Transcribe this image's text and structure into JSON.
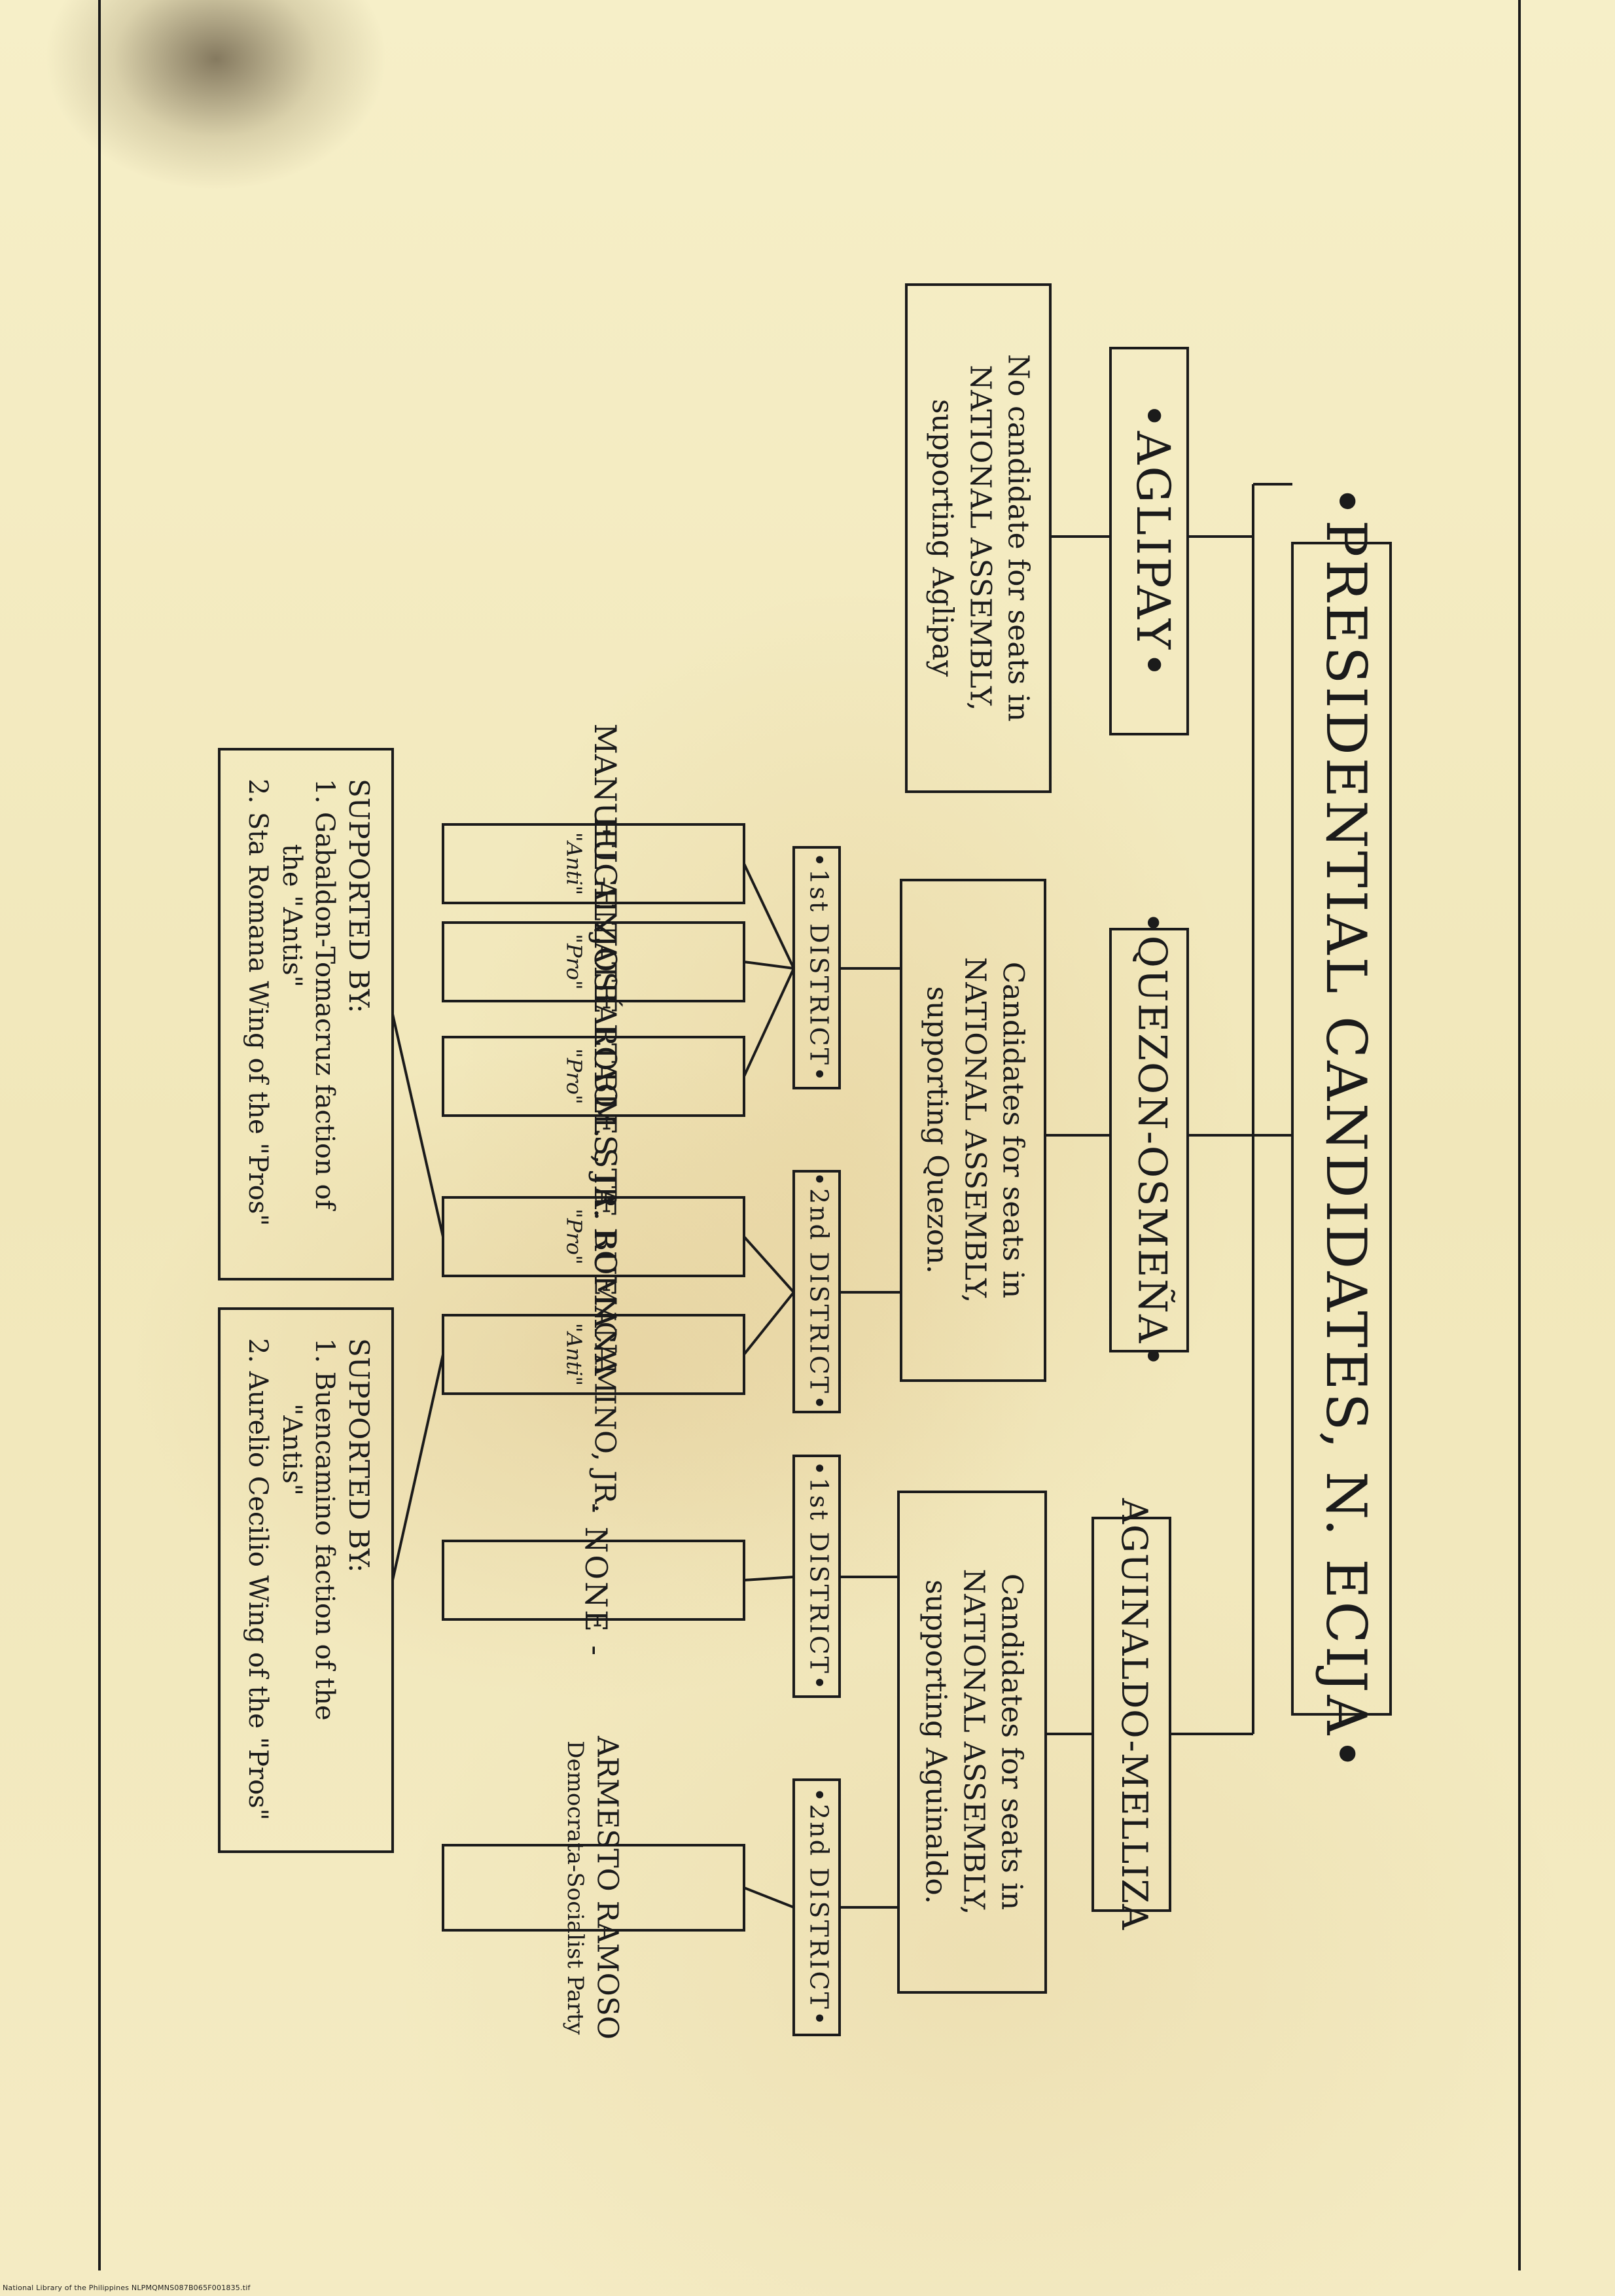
{
  "title": "•PRESIDENTIAL CANDIDATES, N. ECIJA•",
  "candidates": {
    "aglipay": {
      "label": "•AGLIPAY•",
      "note": [
        "No candidate for seats in",
        "NATIONAL ASSEMBLY,",
        "supporting Aglipay"
      ]
    },
    "quezon": {
      "label": "•QUEZON-OSMEÑA•",
      "note": [
        "Candidates for seats in",
        "NATIONAL ASSEMBLY,",
        "supporting Quezon."
      ],
      "district1": "•1st DISTRICT•",
      "district2": "•2nd DISTRICT•",
      "d1_candidates": [
        {
          "name": "MANUEL ALZATE",
          "tag": "\"Anti\""
        },
        {
          "name": "EUGENIO BALTAO",
          "tag": "\"Pro\""
        },
        {
          "name": "JOSÉ ROBLES, JR.",
          "tag": "\"Pro\""
        }
      ],
      "d2_candidates": [
        {
          "name": "M. STA. ROMANA",
          "tag": "\"Pro\""
        },
        {
          "name": "F. BUENCAMINO, JR.",
          "tag": "\"Anti\""
        }
      ],
      "support1": [
        "SUPPORTED BY:",
        "1. Gabaldon-Tomacruz faction of",
        "the \"Antis\"",
        "2. Sta Romana Wing of the \"Pros\""
      ],
      "support2": [
        "SUPPORTED BY:",
        "1. Buencamino faction of the",
        "\"Antis\"",
        "2. Aurelio Cecilio Wing of the \"Pros\""
      ]
    },
    "aguinaldo": {
      "label": "AGUINALDO-MELLIZA",
      "note": [
        "Candidates for seats in",
        "NATIONAL ASSEMBLY,",
        "supporting Aguinaldo."
      ],
      "district1": "•1st DISTRICT•",
      "district2": "•2nd DISTRICT•",
      "d1_candidate": "- NONE -",
      "d2_candidate": {
        "name": "ARMESTO RAMOSO",
        "tag": "Democrata-Socialist Party"
      }
    }
  },
  "footer": "National Library of the Philippines    NLPMQMNS087B065F001835.tif"
}
